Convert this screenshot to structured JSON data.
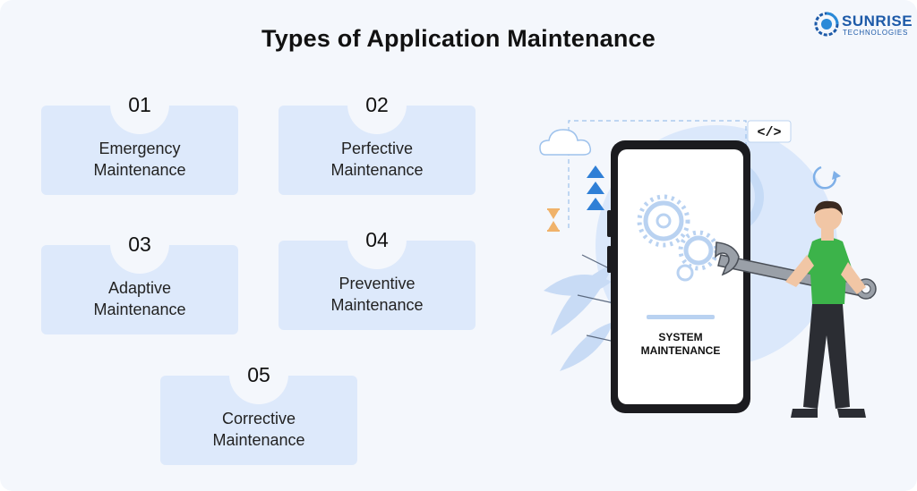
{
  "title": "Types of Application Maintenance",
  "logo": {
    "brand": "SUNRISE",
    "sub": "TECHNOLOGIES"
  },
  "cards": [
    {
      "number": "01",
      "line1": "Emergency",
      "line2": "Maintenance"
    },
    {
      "number": "02",
      "line1": "Perfective",
      "line2": "Maintenance"
    },
    {
      "number": "03",
      "line1": "Adaptive",
      "line2": "Maintenance"
    },
    {
      "number": "04",
      "line1": "Preventive",
      "line2": "Maintenance"
    },
    {
      "number": "05",
      "line1": "Corrective",
      "line2": "Maintenance"
    }
  ],
  "illustration": {
    "screen_line1": "SYSTEM",
    "screen_line2": "MAINTENANCE",
    "code_tag": "</>"
  },
  "colors": {
    "background": "#f4f7fc",
    "card": "#dde9fb",
    "accent": "#1d5aa8",
    "shirt": "#3cb34a"
  }
}
